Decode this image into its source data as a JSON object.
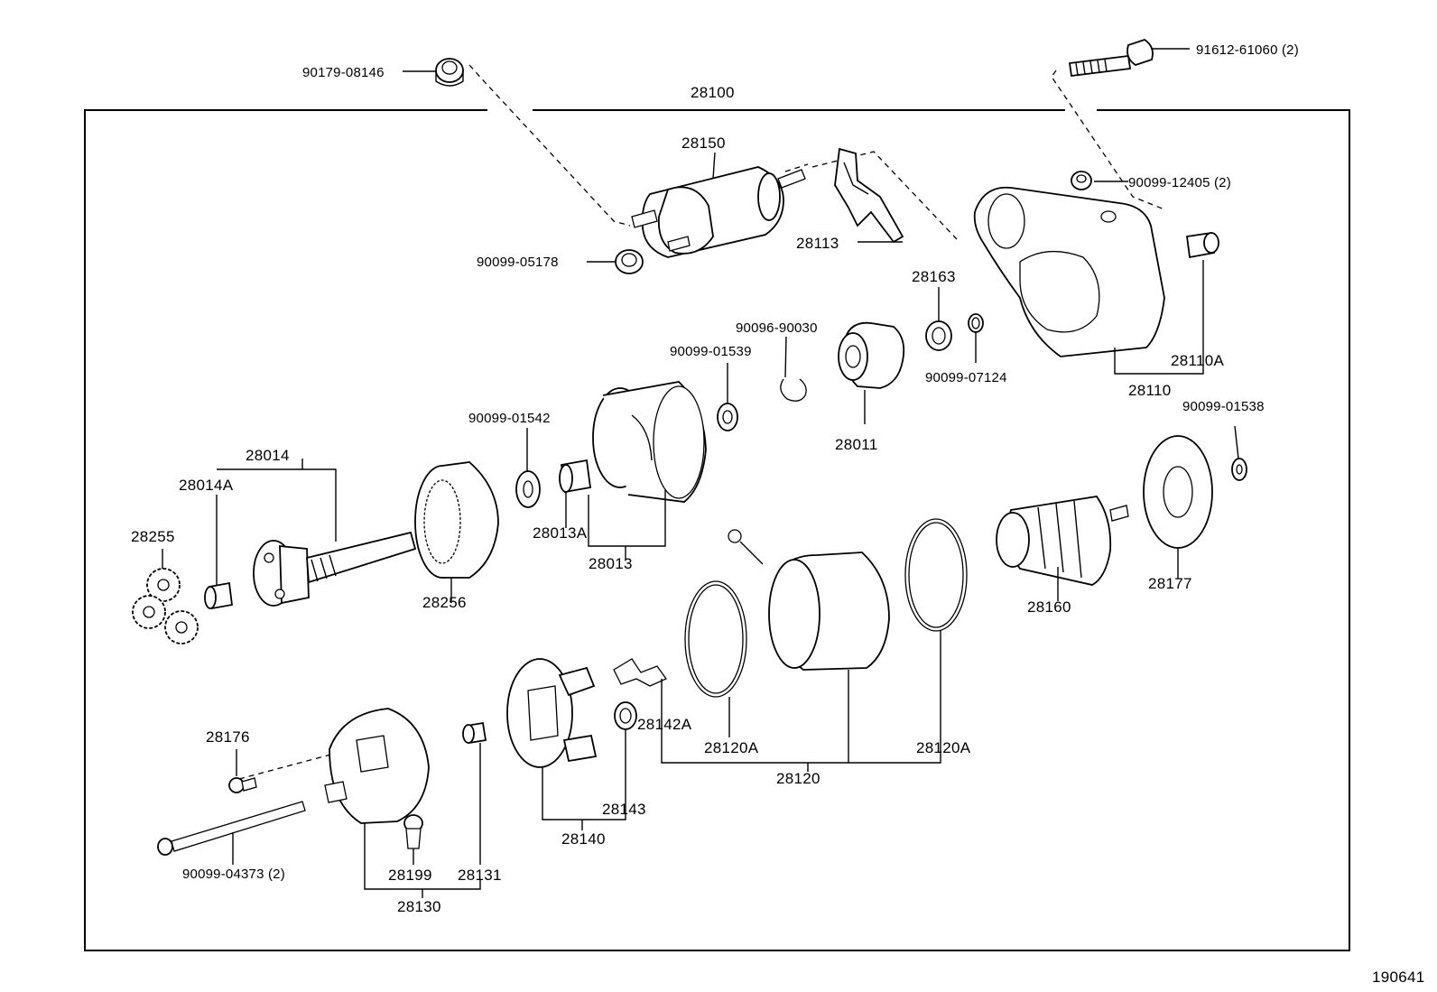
{
  "diagram": {
    "assembly_number": "28100",
    "figure_id": "190641",
    "labels": {
      "p90179_08146": "90179-08146",
      "p91612_61060": "91612-61060 (2)",
      "p28150": "28150",
      "p28113": "28113",
      "p90099_05178": "90099-05178",
      "p90099_12405": "90099-12405 (2)",
      "p28163": "28163",
      "p90096_90030": "90096-90030",
      "p90099_01539": "90099-01539",
      "p90099_07124": "90099-07124",
      "p28110A": "28110A",
      "p28110": "28110",
      "p90099_01538": "90099-01538",
      "p28011": "28011",
      "p90099_01542": "90099-01542",
      "p28014": "28014",
      "p28014A": "28014A",
      "p28255": "28255",
      "p28013A": "28013A",
      "p28013": "28013",
      "p28256": "28256",
      "p28160": "28160",
      "p28177": "28177",
      "p28142A": "28142A",
      "p28120A_left": "28120A",
      "p28120A_right": "28120A",
      "p28120": "28120",
      "p28176": "28176",
      "p28143": "28143",
      "p28140": "28140",
      "p90099_04373": "90099-04373 (2)",
      "p28199": "28199",
      "p28131": "28131",
      "p28130": "28130"
    }
  }
}
